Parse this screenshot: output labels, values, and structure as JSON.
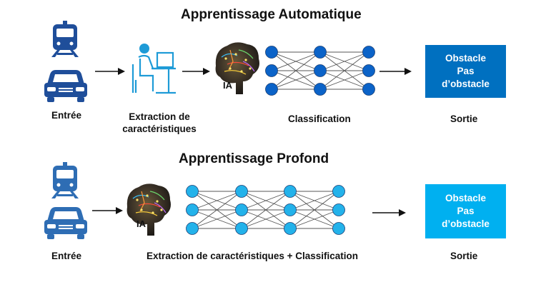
{
  "top": {
    "title": "Apprentissage Automatique",
    "input_label": "Entrée",
    "feature_label_line1": "Extraction de",
    "feature_label_line2": "caractéristiques",
    "ai_label": "IA",
    "classification_label": "Classification",
    "output_line1": "Obstacle",
    "output_line2": "Pas",
    "output_line3": "d’obstacle",
    "output_label": "Sortie"
  },
  "bottom": {
    "title": "Apprentissage Profond",
    "input_label": "Entrée",
    "ai_label": "IA",
    "combined_label": "Extraction de caractéristiques + Classification",
    "output_line1": "Obstacle",
    "output_line2": "Pas",
    "output_line3": "d’obstacle",
    "output_label": "Sortie"
  },
  "colors": {
    "top_network": "#0b63c8",
    "bottom_network": "#23b2ea",
    "top_output_box": "#0070c0",
    "bottom_output_box": "#00b0f0",
    "train_top": "#1f4e9a",
    "train_bottom": "#2e6db4",
    "worker_icon": "#1e9bd7"
  },
  "icons": [
    "train-icon",
    "car-icon",
    "worker-at-computer-icon",
    "brain-icon",
    "neural-network",
    "arrow-right-icon"
  ]
}
